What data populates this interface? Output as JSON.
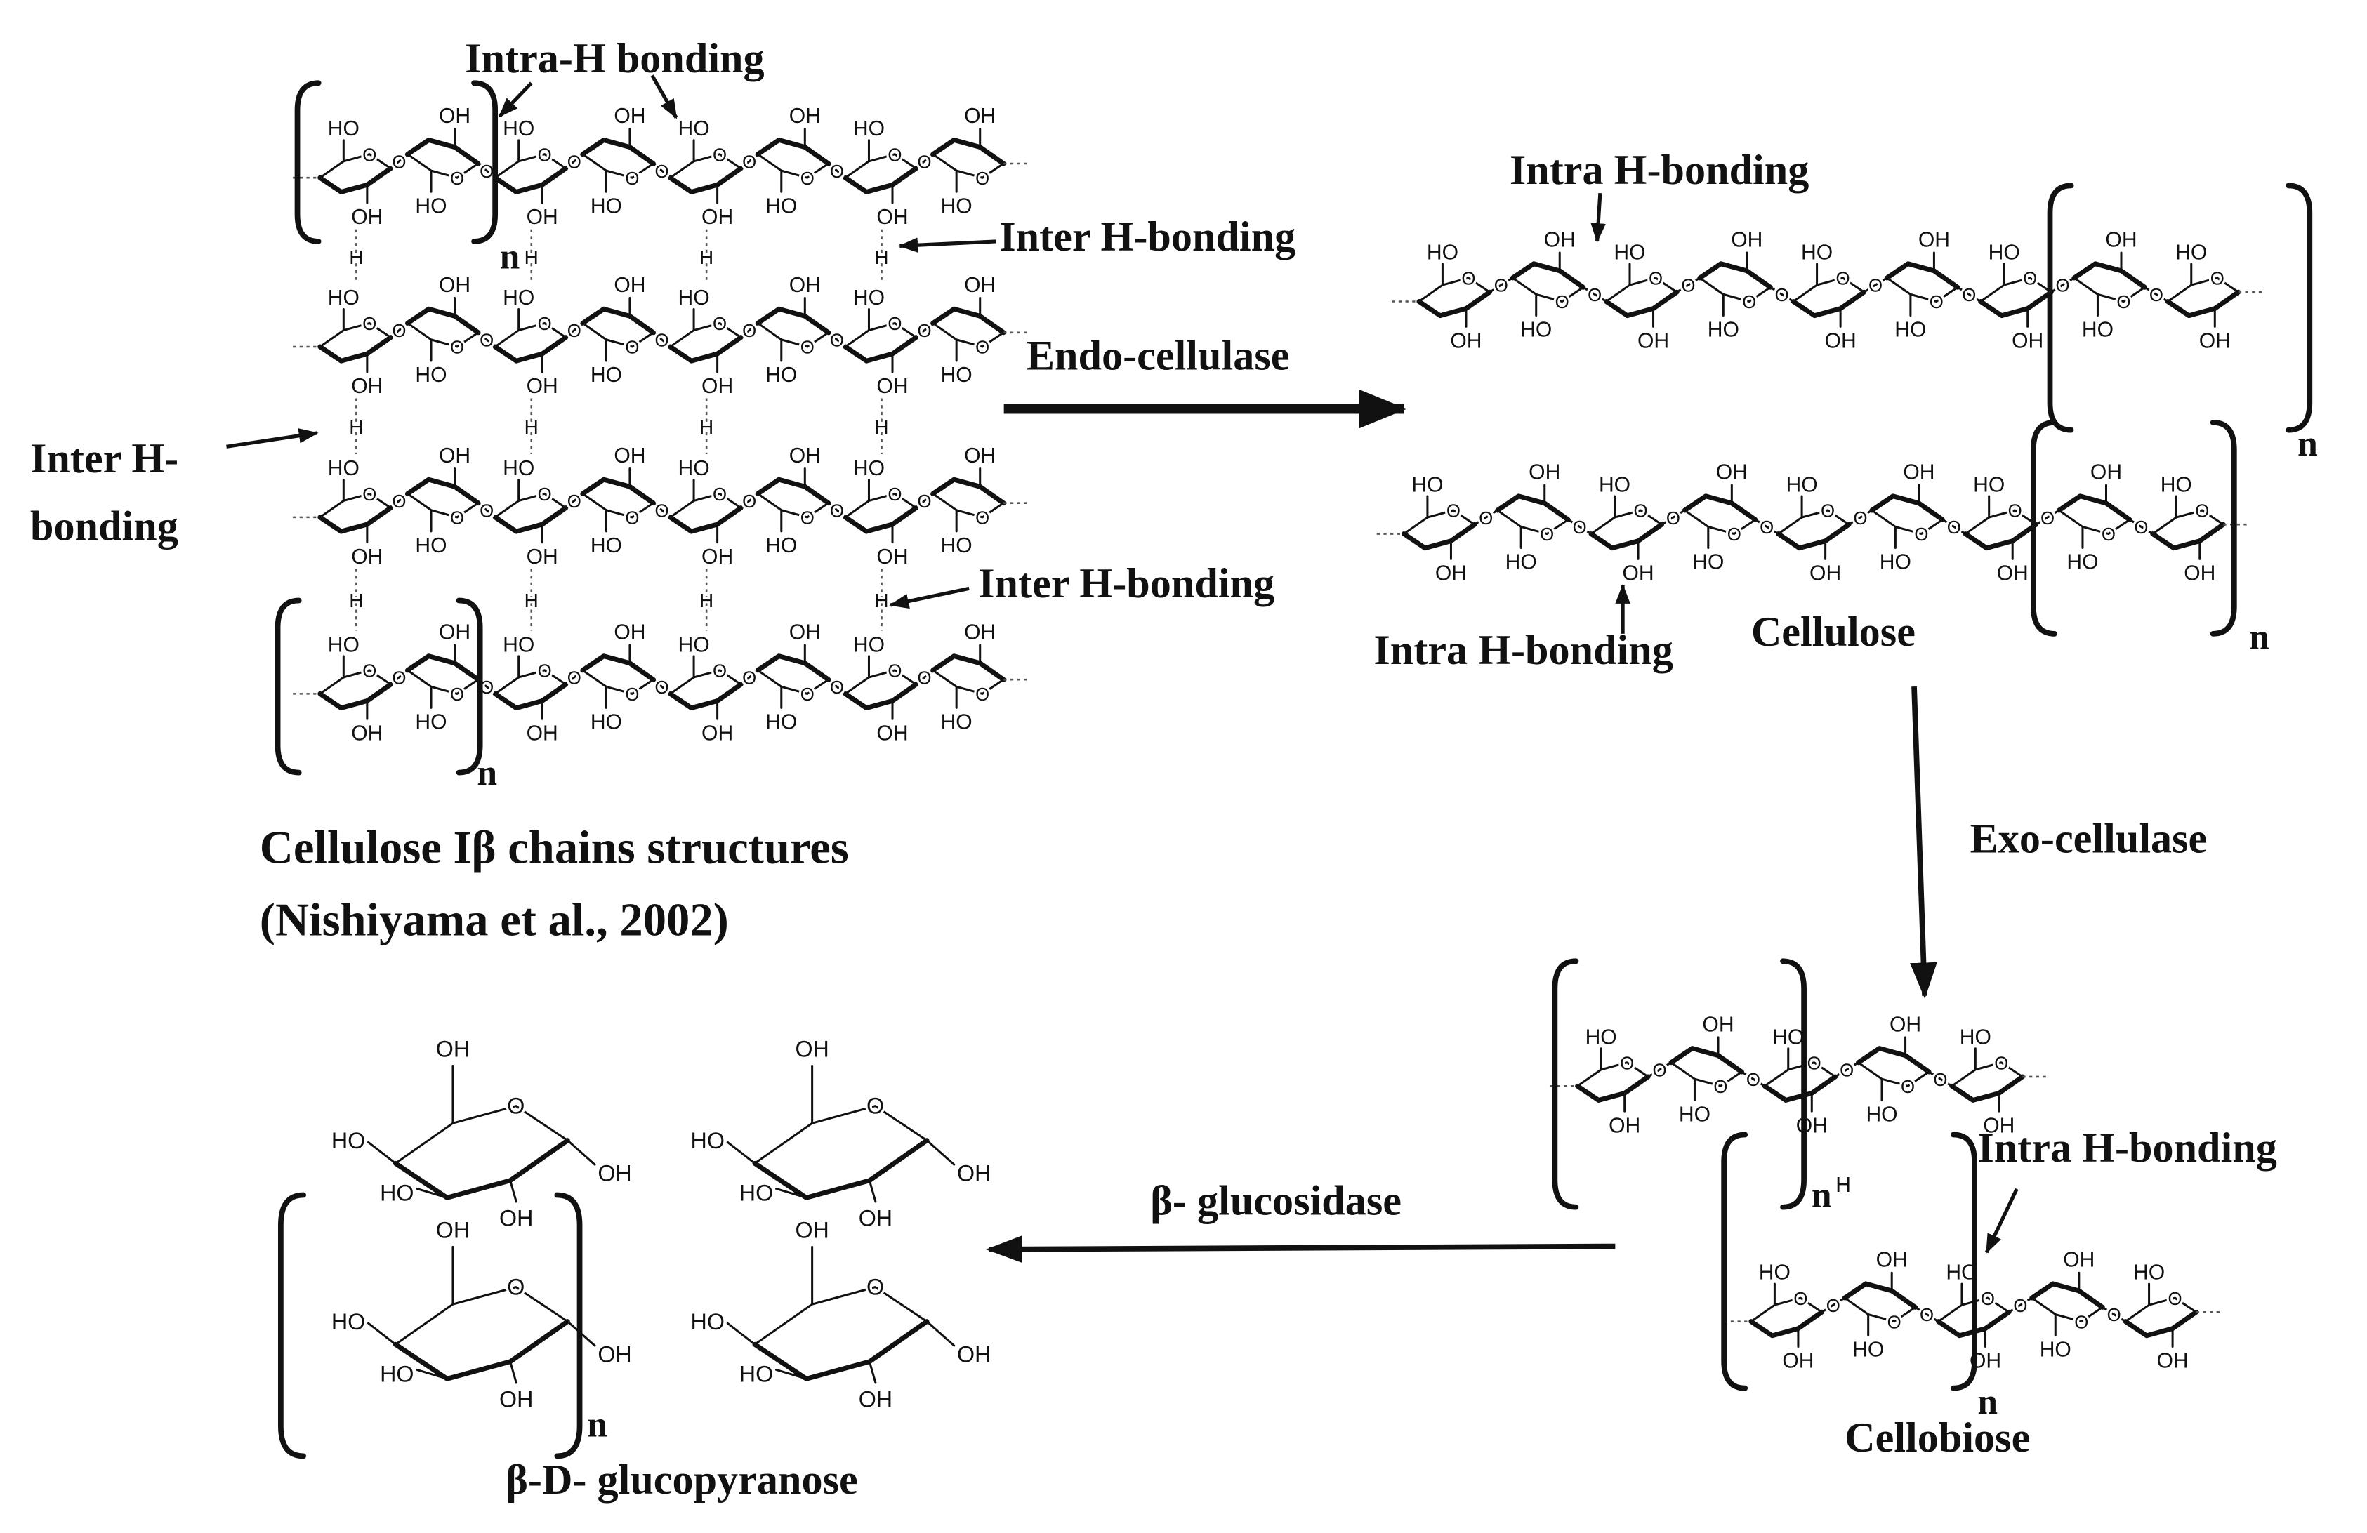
{
  "cellulose_ib": {
    "intra_label": "Intra-H bonding",
    "inter_label_top": "Inter H-bonding",
    "inter_label_left": [
      "Inter H-",
      "bonding"
    ],
    "inter_label_bottom": "Inter H-bonding",
    "caption": [
      "Cellulose Iβ chains structures",
      "(Nishiyama et al., 2002)"
    ]
  },
  "enzymes": {
    "endo": "Endo-cellulase",
    "exo": "Exo-cellulase",
    "glucosidase": "β- glucosidase"
  },
  "cellulose": {
    "intra_label_top": "Intra H-bonding",
    "intra_label_bottom": "Intra H-bonding",
    "name": "Cellulose"
  },
  "cellobiose": {
    "intra_label": "Intra H-bonding",
    "name": "Cellobiose"
  },
  "glucopyranose": {
    "name": "β-D- glucopyranose"
  },
  "repeat_unit": "n",
  "atoms": {
    "hydroxyl_left": "HO",
    "hydroxyl_right": "OH",
    "hydrogen": "H",
    "oxygen": "O"
  }
}
